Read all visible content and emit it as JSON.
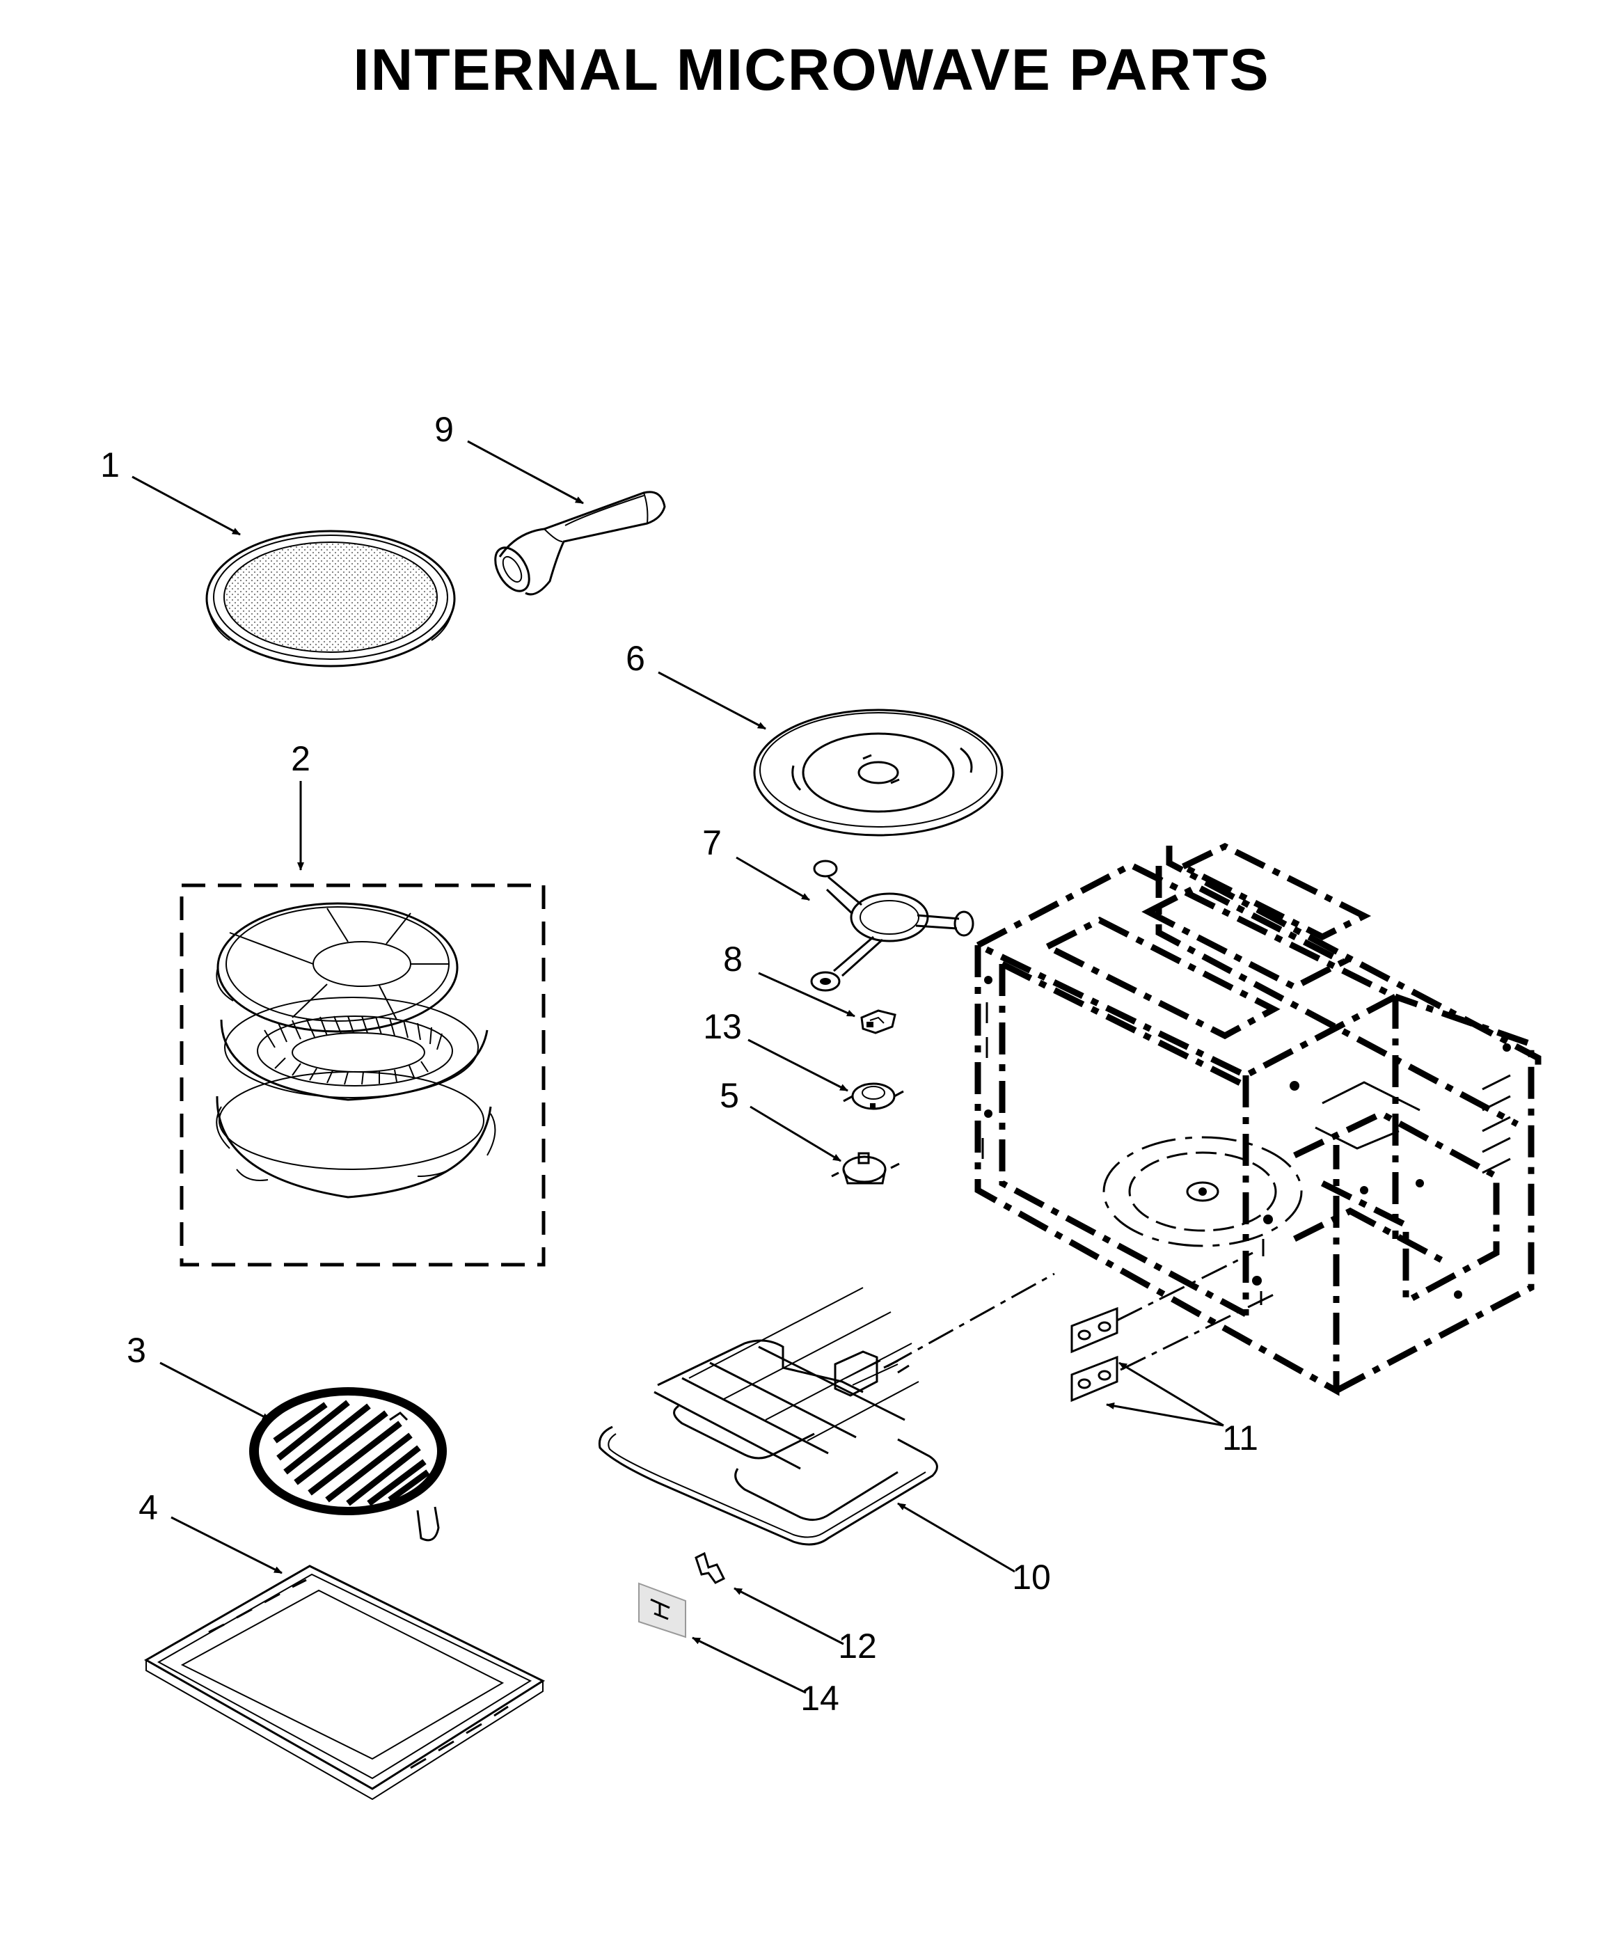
{
  "title": "INTERNAL MICROWAVE PARTS",
  "callouts": [
    {
      "id": "1",
      "label": "1"
    },
    {
      "id": "2",
      "label": "2"
    },
    {
      "id": "3",
      "label": "3"
    },
    {
      "id": "4",
      "label": "4"
    },
    {
      "id": "5",
      "label": "5"
    },
    {
      "id": "6",
      "label": "6"
    },
    {
      "id": "7",
      "label": "7"
    },
    {
      "id": "8",
      "label": "8"
    },
    {
      "id": "9",
      "label": "9"
    },
    {
      "id": "10",
      "label": "10"
    },
    {
      "id": "11",
      "label": "11"
    },
    {
      "id": "12",
      "label": "12"
    },
    {
      "id": "13",
      "label": "13"
    },
    {
      "id": "14",
      "label": "14"
    }
  ]
}
